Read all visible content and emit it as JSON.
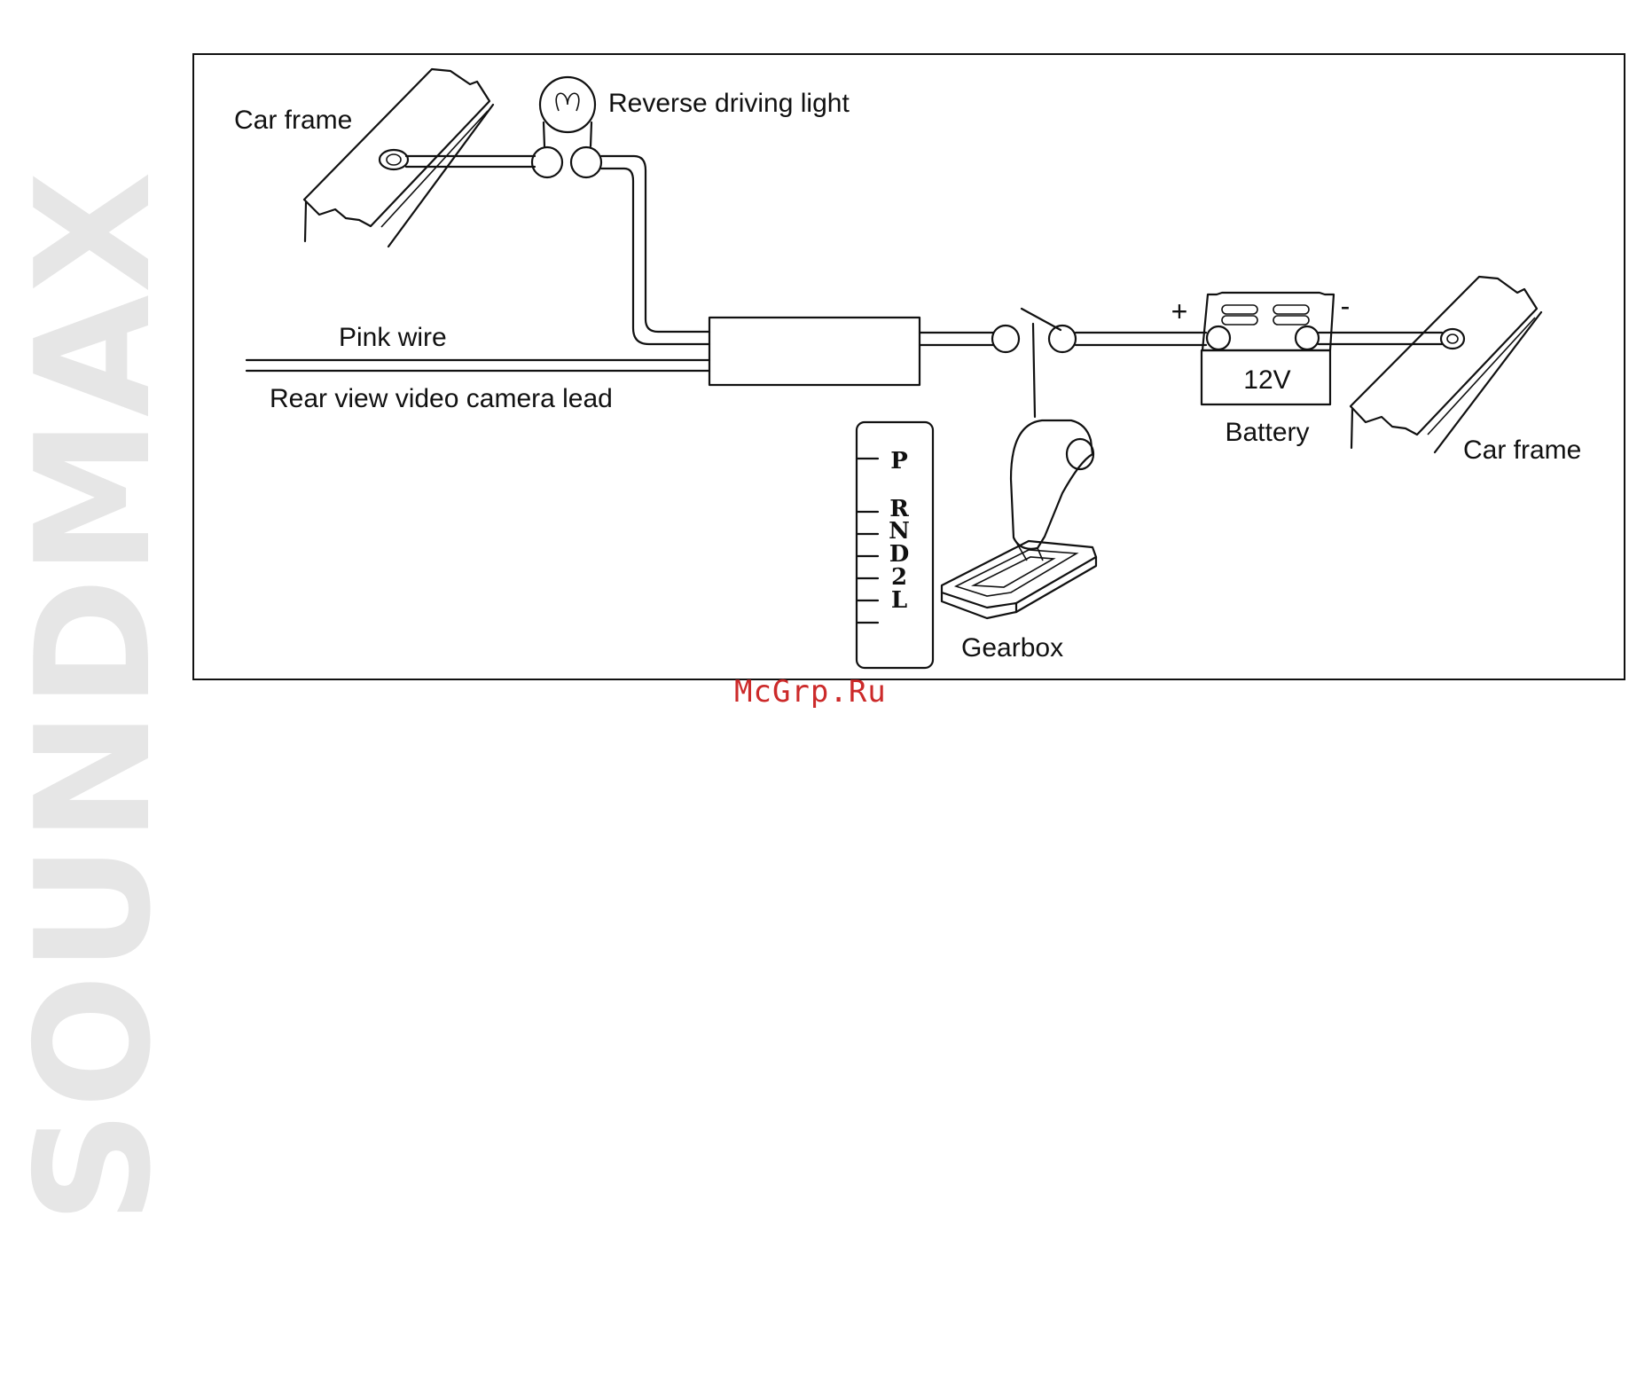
{
  "brand": {
    "logo_text": "SOUNDMAX"
  },
  "watermark": "McGrp.Ru",
  "labels": {
    "car_frame_left": "Car frame",
    "reverse_light": "Reverse driving light",
    "pink_wire": "Pink wire",
    "camera_lead": "Rear view video camera lead",
    "plus": "+",
    "minus": "-",
    "battery_voltage": "12V",
    "battery": "Battery",
    "car_frame_right": "Car frame",
    "gearbox": "Gearbox"
  },
  "gear_positions": [
    "P",
    "R",
    "N",
    "D",
    "2",
    "L"
  ],
  "colors": {
    "logo": "#e6e6e6",
    "watermark": "#cc2a2a",
    "line": "#111111"
  }
}
